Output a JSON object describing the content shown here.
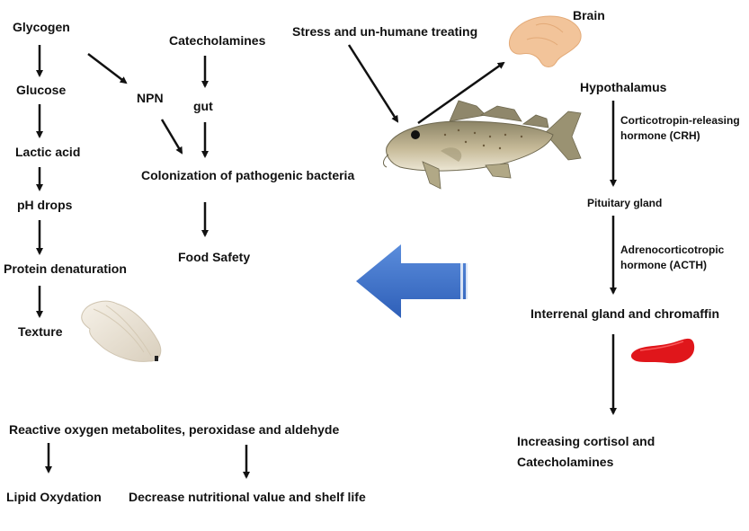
{
  "colors": {
    "big_arrow": "#3a6fc7",
    "fish_body": "#b9ad8a",
    "brain": "#f2c49a",
    "organ": "#e0161b",
    "fillet": "#ece4d6"
  },
  "icons": [
    "fish-illustration",
    "brain-illustration",
    "interrenal-organ-illustration",
    "fish-fillet-illustration",
    "left-arrow-icon"
  ],
  "left": {
    "glycogen": "Glycogen",
    "glucose": "Glucose",
    "lactic_acid": "Lactic acid",
    "ph_drops": "pH drops",
    "protein_denaturation": "Protein denaturation",
    "texture": "Texture"
  },
  "middle": {
    "catecholamines": "Catecholamines",
    "npn": "NPN",
    "gut": "gut",
    "colonization": "Colonization of pathogenic bacteria",
    "food_safety": "Food Safety"
  },
  "right": {
    "stress": "Stress and un-humane treating",
    "brain": "Brain",
    "hypothalamus": "Hypothalamus",
    "crh_line1": "Corticotropin-releasing",
    "crh_line2": "hormone (CRH)",
    "pituitary": "Pituitary  gland",
    "acth_line1": "Adrenocorticotropic",
    "acth_line2": "hormone (ACTH)",
    "interrenal": "Interrenal gland and chromaffin",
    "increasing_line1": "Increasing cortisol and",
    "increasing_line2": "Catecholamines"
  },
  "bottom": {
    "reactive": "Reactive oxygen metabolites, peroxidase and aldehyde",
    "lipid": "Lipid Oxydation",
    "decrease": "Decrease nutritional value and shelf life"
  }
}
